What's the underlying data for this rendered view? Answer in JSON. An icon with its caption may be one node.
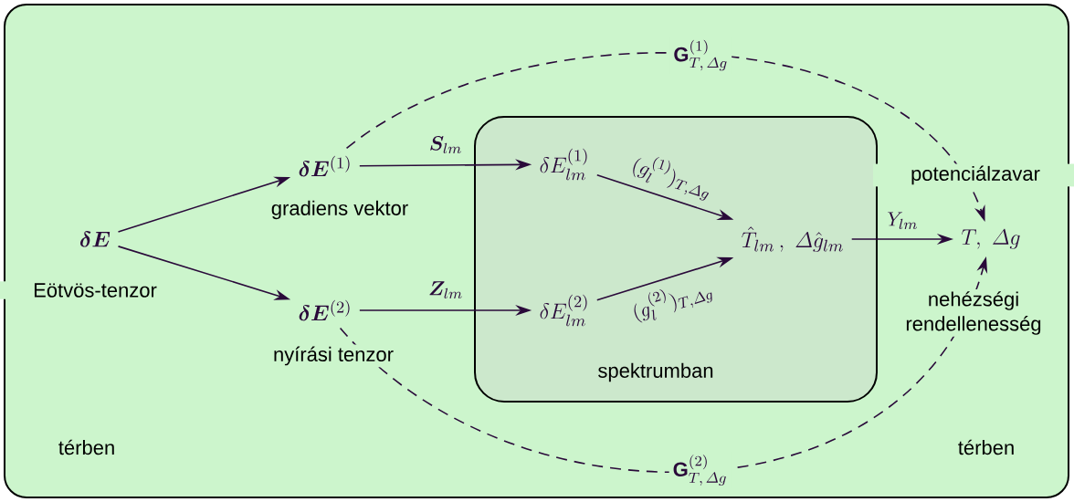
{
  "diagram": {
    "nodes": [
      {
        "text": [
          "térben",
          "térben"
        ]
      },
      {
        "text": [
          "\\boldsymbol{\\delta E}"
        ],
        "beside": [
          "Eötvös-tenzor"
        ],
        "in": 0
      },
      {
        "text": [
          "\\boldsymbol{\\delta E}^{(1)}"
        ],
        "beside": [
          "gradiens vektor"
        ],
        "in": 0
      },
      {
        "text": [
          "\\boldsymbol{\\delta E}^{(2)}"
        ],
        "beside": [
          "nyírási tenzor"
        ],
        "in": 0
      },
      {
        "text": [
          "spektrumban"
        ],
        "in": 0
      },
      {
        "text": [
          "\\delta E_{lm}^{(1)}"
        ],
        "in": 4
      },
      {
        "text": [
          "\\delta E_{lm}^{(2)}"
        ],
        "in": 4
      },
      {
        "text": [
          "\\hat{T}_{lm}\\,,\\ \\varDelta\\hat{g}_{lm}"
        ],
        "in": 4
      },
      {
        "text": [
          "T,\\ \\varDelta g"
        ],
        "beside": [
          "potenciálzavar",
          "nehézségi rendellenesség"
        ],
        "in": 0
      }
    ],
    "edges": [
      {
        "from": 1,
        "to": 2,
        "arrow": "to"
      },
      {
        "from": 1,
        "to": 3,
        "arrow": "to"
      },
      {
        "from": 2,
        "to": 5,
        "arrow": "to",
        "label": "\\boldsymbol{S}_{lm}"
      },
      {
        "from": 3,
        "to": 6,
        "arrow": "to",
        "label": "\\boldsymbol{Z}_{lm}"
      },
      {
        "from": 5,
        "to": 7,
        "arrow": "to",
        "label": "(g_l^{(1)})_{T,\\varDelta g}"
      },
      {
        "from": 6,
        "to": 7,
        "arrow": "to",
        "label": "(g_l^{(2)})_{T,\\varDelta g}"
      },
      {
        "from": 7,
        "to": 8,
        "arrow": "to",
        "label": "Y_{lm}"
      },
      {
        "from": 2,
        "to": 8,
        "arrow": "to",
        "style": "dashed",
        "label": "\\mathbf{G}^{(1)}_{T,\\,\\varDelta g}"
      },
      {
        "from": 3,
        "to": 8,
        "arrow": "to",
        "style": "dashed",
        "label": "\\mathbf{G}^{(2)}_{T,\\,\\varDelta g}"
      }
    ]
  }
}
